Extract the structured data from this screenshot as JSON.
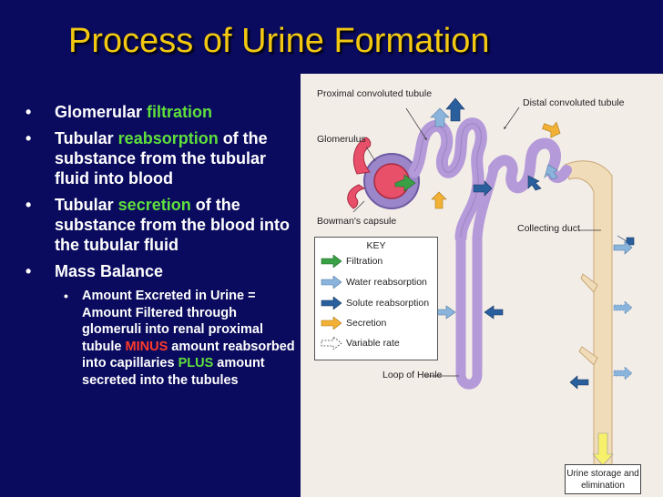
{
  "title": "Process of Urine Formation",
  "bullets": {
    "b1": {
      "pre": "Glomerular ",
      "hl": "filtration"
    },
    "b2": {
      "pre": "Tubular ",
      "hl": "reabsorption",
      "post": " of the substance from the tubular fluid into blood"
    },
    "b3": {
      "pre": "Tubular ",
      "hl": "secretion",
      "post": " of the substance from the blood into the tubular fluid"
    },
    "b4": {
      "text": "Mass Balance"
    },
    "sub": {
      "t1": "Amount Excreted in Urine = Amount Filtered through glomeruli into renal proximal tubule ",
      "minus": "MINUS",
      "t2": " amount reabsorbed into capillaries ",
      "plus": "PLUS",
      "t3": " amount secreted into the tubules"
    },
    "bullet_char": "•"
  },
  "figure": {
    "labels": {
      "pct": "Proximal convoluted tubule",
      "dct": "Distal convoluted tubule",
      "glom": "Glomerulus",
      "bowman": "Bowman's capsule",
      "cd": "Collecting duct",
      "loop": "Loop of Henle"
    },
    "key": {
      "title": "KEY",
      "items": [
        "Filtration",
        "Water reabsorption",
        "Solute reabsorption",
        "Secretion",
        "Variable rate"
      ]
    },
    "storage": "Urine storage and elimination",
    "colors": {
      "filtration": "#3aa045",
      "water": "#8ab4dc",
      "solute": "#2a5f9e",
      "secretion": "#f2b134",
      "tubule": "#b49ad8",
      "duct": "#f0dcb8",
      "vessel": "#e8506a"
    }
  }
}
